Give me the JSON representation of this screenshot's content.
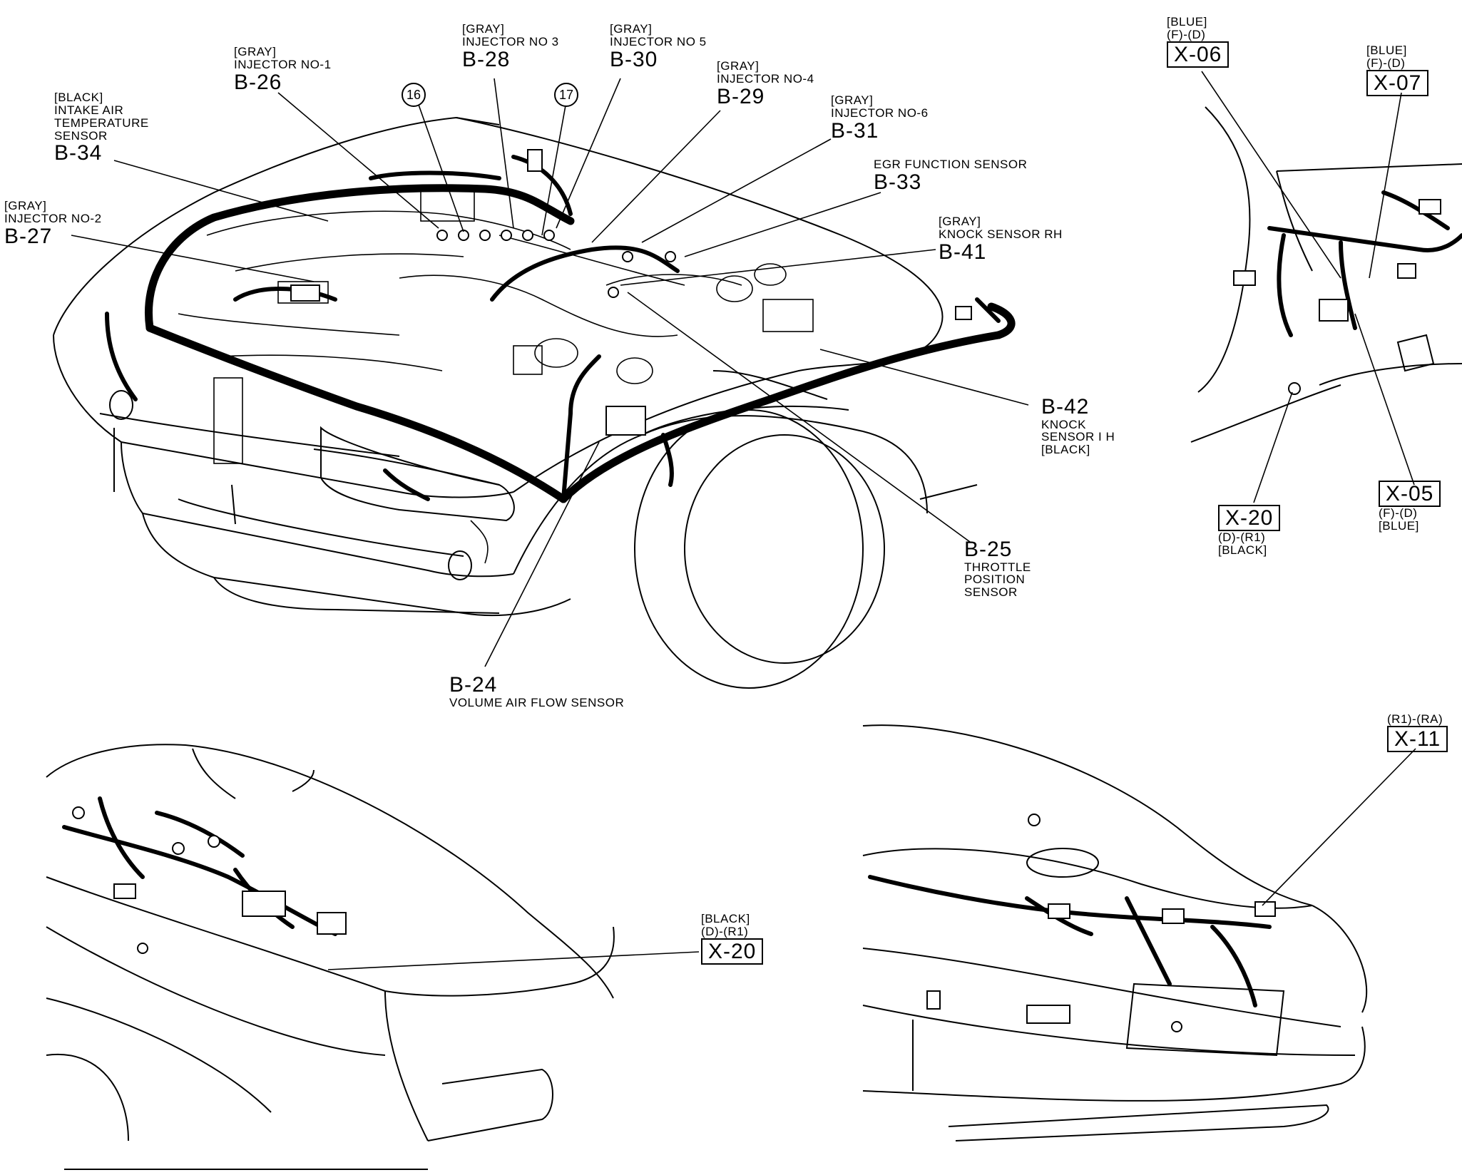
{
  "labels": {
    "b34": {
      "color": "[BLACK]",
      "desc1": "INTAKE AIR",
      "desc2": "TEMPERATURE",
      "desc3": "SENSOR",
      "code": "B-34"
    },
    "b27": {
      "color": "[GRAY]",
      "desc": "INJECTOR NO-2",
      "code": "B-27"
    },
    "b26": {
      "color": "[GRAY]",
      "desc": "INJECTOR NO-1",
      "code": "B-26"
    },
    "b28": {
      "color": "[GRAY]",
      "desc": "INJECTOR NO 3",
      "code": "B-28"
    },
    "b30": {
      "color": "[GRAY]",
      "desc": "INJECTOR NO 5",
      "code": "B-30"
    },
    "b29": {
      "color": "[GRAY]",
      "desc": "INJECTOR NO-4",
      "code": "B-29"
    },
    "b31": {
      "color": "[GRAY]",
      "desc": "INJECTOR NO-6",
      "code": "B-31"
    },
    "b33": {
      "desc": "EGR FUNCTION SENSOR",
      "code": "B-33"
    },
    "b41": {
      "color": "[GRAY]",
      "desc": "KNOCK SENSOR RH",
      "code": "B-41"
    },
    "b42": {
      "code": "B-42",
      "desc1": "KNOCK",
      "desc2": "SENSOR I H",
      "color": "[BLACK]"
    },
    "b25": {
      "code": "B-25",
      "desc1": "THROTTLE",
      "desc2": "POSITION",
      "desc3": "SENSOR"
    },
    "b24": {
      "code": "B-24",
      "desc": "VOLUME AIR FLOW SENSOR"
    },
    "c16": "16",
    "c17": "17",
    "x06": {
      "color": "[BLUE]",
      "conn": "(F)-(D)",
      "code": "X-06"
    },
    "x07": {
      "color": "[BLUE]",
      "conn": "(F)-(D)",
      "code": "X-07"
    },
    "x05": {
      "code": "X-05",
      "conn": "(F)-(D)",
      "color": "[BLUE]"
    },
    "x20a": {
      "code": "X-20",
      "conn": "(D)-(R1)",
      "color": "[BLACK]"
    },
    "x20b": {
      "color": "[BLACK]",
      "conn": "(D)-(R1)",
      "code": "X-20"
    },
    "x11": {
      "conn": "(R1)-(RA)",
      "code": "X-11"
    }
  }
}
